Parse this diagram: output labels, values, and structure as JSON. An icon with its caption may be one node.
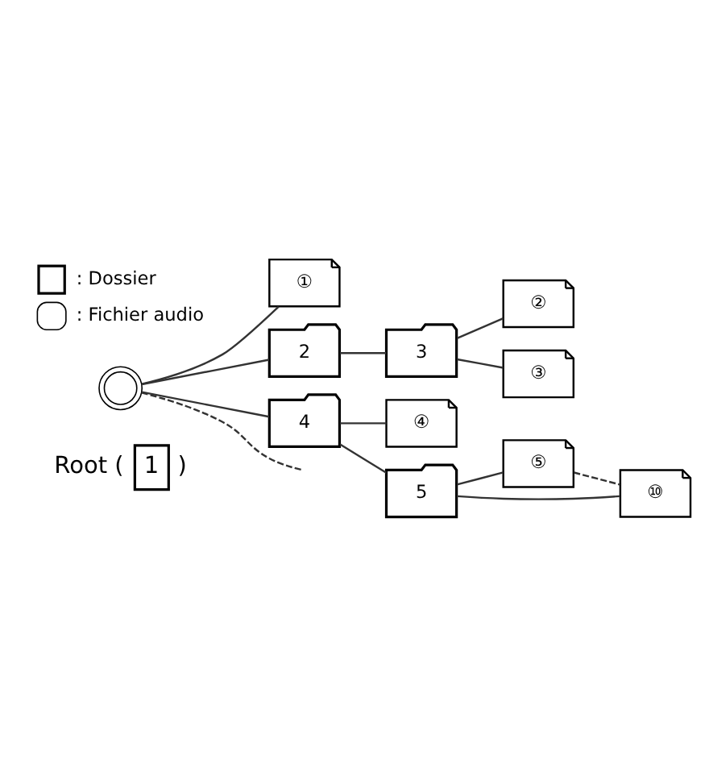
{
  "diagram": {
    "nodes": [
      {
        "text": [],
        "shape": "circle"
      },
      {
        "text": [
          "1"
        ],
        "beside": [
          "Root (",
          ")"
        ]
      },
      {
        "text": [
          "①"
        ]
      },
      {
        "text": [
          "2"
        ]
      },
      {
        "text": [
          "3"
        ]
      },
      {
        "text": [
          "②"
        ]
      },
      {
        "text": [
          "③"
        ]
      },
      {
        "text": [
          "4"
        ]
      },
      {
        "text": [
          "④"
        ]
      },
      {
        "text": [
          "5"
        ]
      },
      {
        "text": [
          "⑤"
        ]
      },
      {
        "text": [
          "⑩"
        ]
      }
    ],
    "edges": [
      {
        "from": 0,
        "to": 2,
        "arrow": "none"
      },
      {
        "from": 0,
        "to": 3,
        "arrow": "none"
      },
      {
        "from": 3,
        "to": 4,
        "arrow": "none"
      },
      {
        "from": 4,
        "to": 5,
        "arrow": "none"
      },
      {
        "from": 4,
        "to": 6,
        "arrow": "none"
      },
      {
        "from": 0,
        "to": 7,
        "arrow": "none"
      },
      {
        "from": 7,
        "to": 8,
        "arrow": "none"
      },
      {
        "from": 7,
        "to": 9,
        "arrow": "none"
      },
      {
        "from": 9,
        "to": 10,
        "arrow": "none"
      },
      {
        "from": 9,
        "to": 11,
        "arrow": "none"
      },
      {
        "from": 10,
        "to": 11,
        "arrow": "none",
        "style": "dashed"
      },
      {
        "from": 0,
        "to": null,
        "arrow": "none",
        "style": "dashed"
      }
    ],
    "legend": [
      {
        "text": ": Dossier"
      },
      {
        "text": ": Fichier audio"
      }
    ]
  }
}
